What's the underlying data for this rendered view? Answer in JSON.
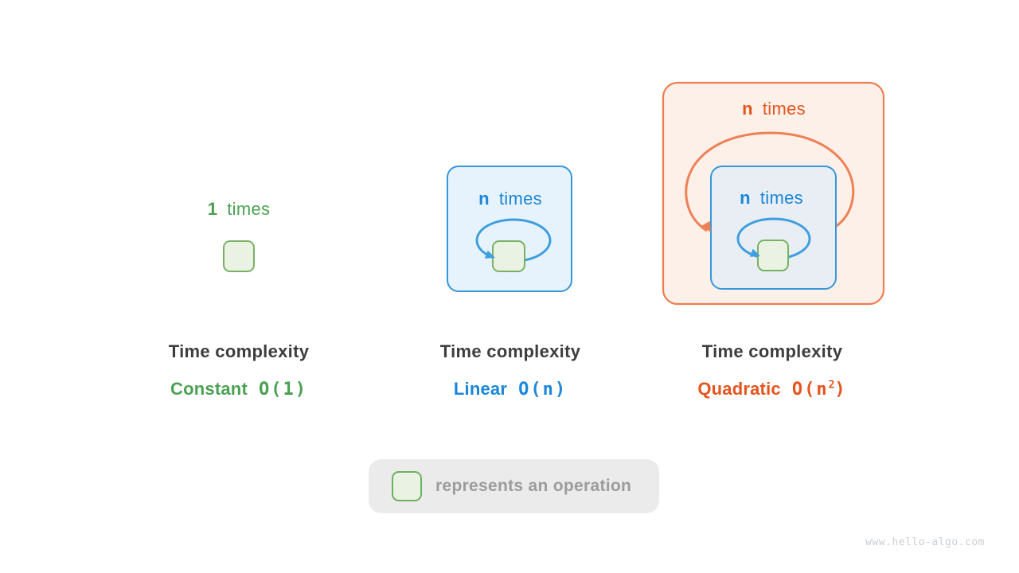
{
  "panels": [
    {
      "loop_label": {
        "count": "1",
        "word": "times"
      },
      "caption": {
        "title": "Time complexity",
        "name": "Constant",
        "formula": "O(1)"
      }
    },
    {
      "loop_label": {
        "count": "n",
        "word": "times"
      },
      "caption": {
        "title": "Time complexity",
        "name": "Linear",
        "formula": "O(n)"
      }
    },
    {
      "outer_loop_label": {
        "count": "n",
        "word": "times"
      },
      "inner_loop_label": {
        "count": "n",
        "word": "times"
      },
      "caption": {
        "title": "Time complexity",
        "name": "Quadratic",
        "formula_base": "O(n",
        "formula_exponent": "2",
        "formula_close": ")"
      }
    }
  ],
  "legend": {
    "label": "represents an operation"
  },
  "watermark": "www.hello-algo.com",
  "colors": {
    "green_text": "#4aa152",
    "green_box_border": "#79b164",
    "green_box_fill": "#eaf3e3",
    "blue_text": "#1a86d9",
    "blue_box_border": "#3697da",
    "blue_loop_arrow": "#3f9ee0",
    "blue_panel_fill": "#e7f3fc",
    "blue_inner_panel_fill": "#e9eef4",
    "orange_text": "#e4541c",
    "orange_box_border": "#ed7d52",
    "orange_loop_arrow": "#ee8055",
    "orange_panel_fill": "#fdf0e8",
    "caption_title_text": "#3d3d3d",
    "legend_background": "#ebebeb",
    "legend_text": "#9c9c9c",
    "watermark_text": "#c9ced3"
  }
}
